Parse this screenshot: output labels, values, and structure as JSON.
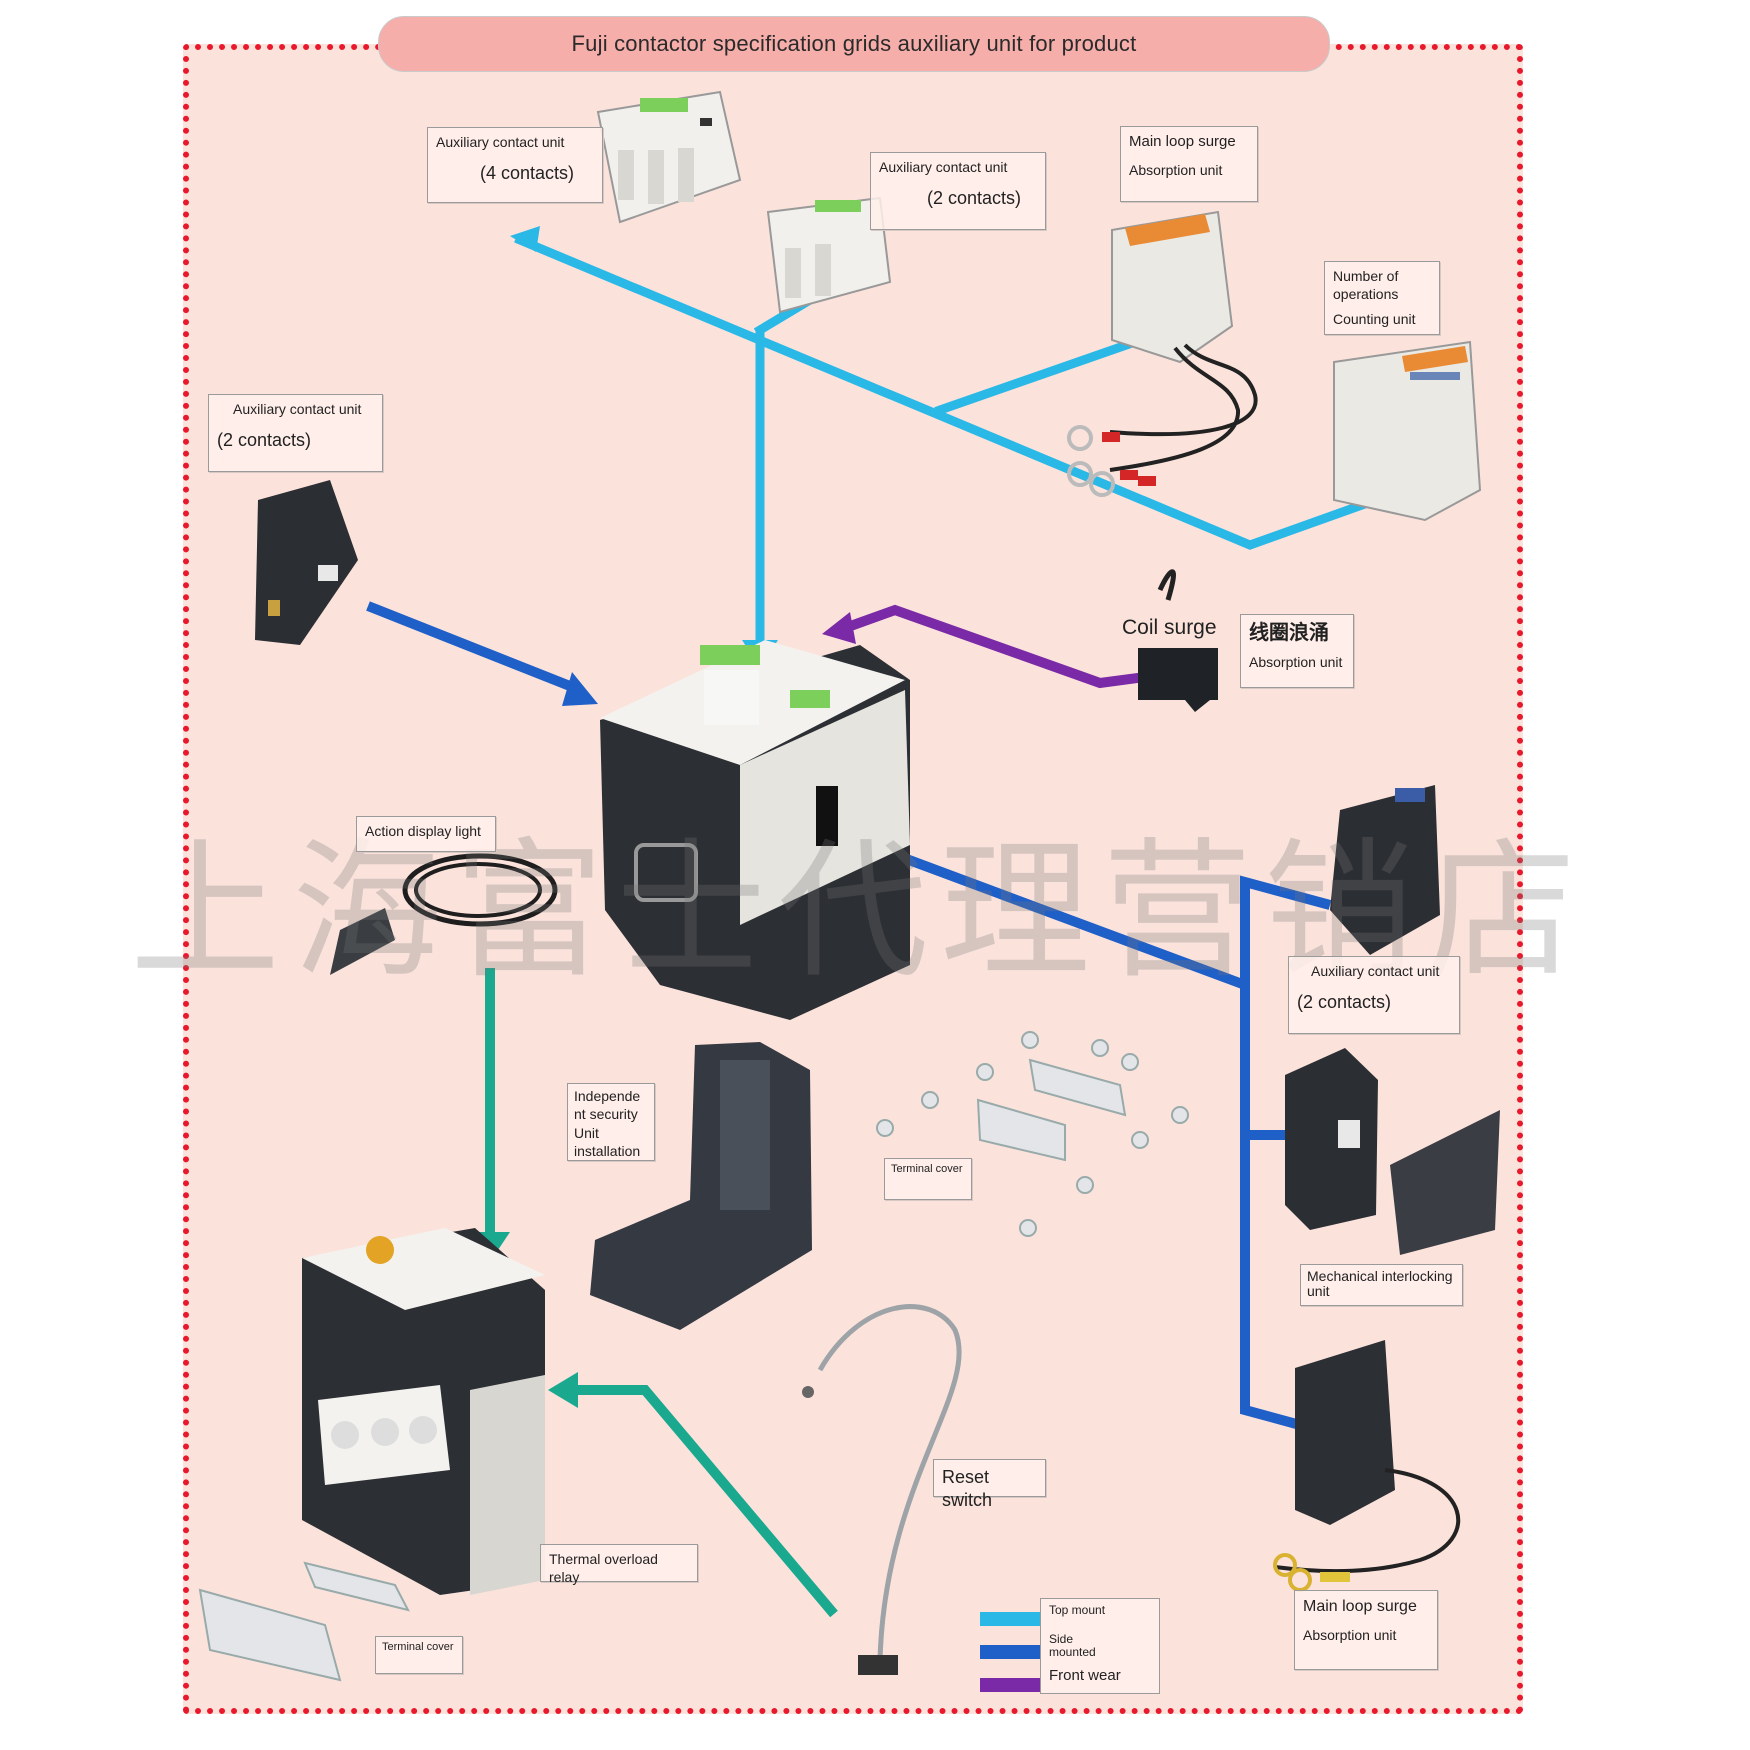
{
  "title": "Fuji contactor specification grids auxiliary unit for product",
  "watermark": "上海富士代理营销店",
  "labels": {
    "aux4": {
      "line1": "Auxiliary contact unit",
      "line2": "(4 contacts)"
    },
    "aux2_top": {
      "line1": "Auxiliary contact unit",
      "line2": "(2 contacts)"
    },
    "surge_top": {
      "line1": "Main loop surge",
      "line2": "Absorption unit"
    },
    "counter": {
      "line1": "Number of operations",
      "line2": "Counting unit"
    },
    "aux2_left": {
      "line1": "Auxiliary contact unit",
      "line2": "(2 contacts)"
    },
    "coil": {
      "line1": "Coil surge",
      "cn": "线圈浪涌",
      "line2": "Absorption unit"
    },
    "action_light": "Action display light",
    "aux2_right": {
      "line1": "Auxiliary contact unit",
      "line2": "(2 contacts)"
    },
    "independent": {
      "line1": "Independe nt security",
      "line2": "Unit installation"
    },
    "terminal_cover_mid": "Terminal cover",
    "mech_interlock": "Mechanical interlocking unit",
    "reset_switch": "Reset switch",
    "thermal": "Thermal overload relay",
    "terminal_cover_low": "Terminal cover",
    "surge_bottom": {
      "line1": "Main loop surge",
      "line2": "Absorption unit"
    }
  },
  "legend": [
    {
      "label": "Top mount",
      "color": "#2ab8e6"
    },
    {
      "label": "Side mounted",
      "color": "#1f5fc8"
    },
    {
      "label": "Front wear",
      "color": "#7a2aa6"
    }
  ],
  "colors": {
    "border": "#e8182d",
    "panel": "#fbe3dc",
    "top_mount": "#2ab8e6",
    "side_mount": "#1f5fc8",
    "front_wear": "#7a2aa6",
    "teal": "#1aa88f"
  }
}
